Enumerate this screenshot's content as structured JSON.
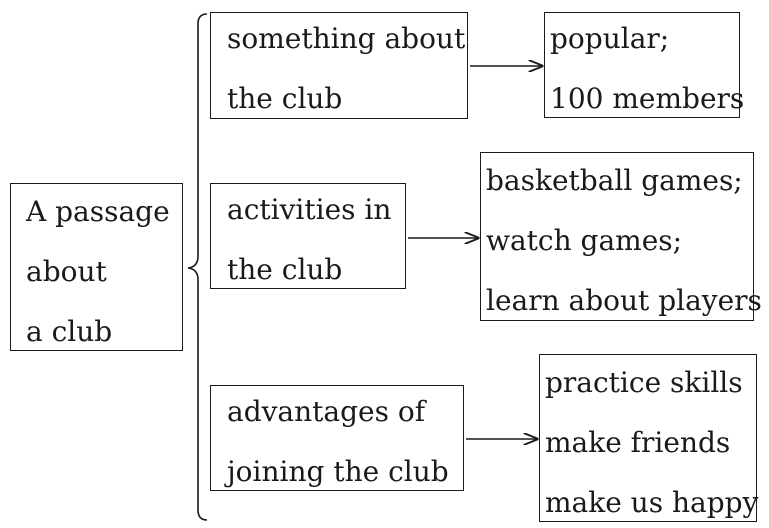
{
  "root": {
    "lines": [
      "A passage",
      "about",
      "a club"
    ]
  },
  "branches": [
    {
      "category": [
        "something about",
        "the club"
      ],
      "details": [
        "popular;",
        "100 members"
      ]
    },
    {
      "category": [
        "activities in",
        "the club"
      ],
      "details": [
        "basketball games;",
        "watch games;",
        "learn about players"
      ]
    },
    {
      "category": [
        "advantages of",
        "joining the club"
      ],
      "details": [
        "practice skills",
        "make friends",
        "make us happy"
      ]
    }
  ]
}
